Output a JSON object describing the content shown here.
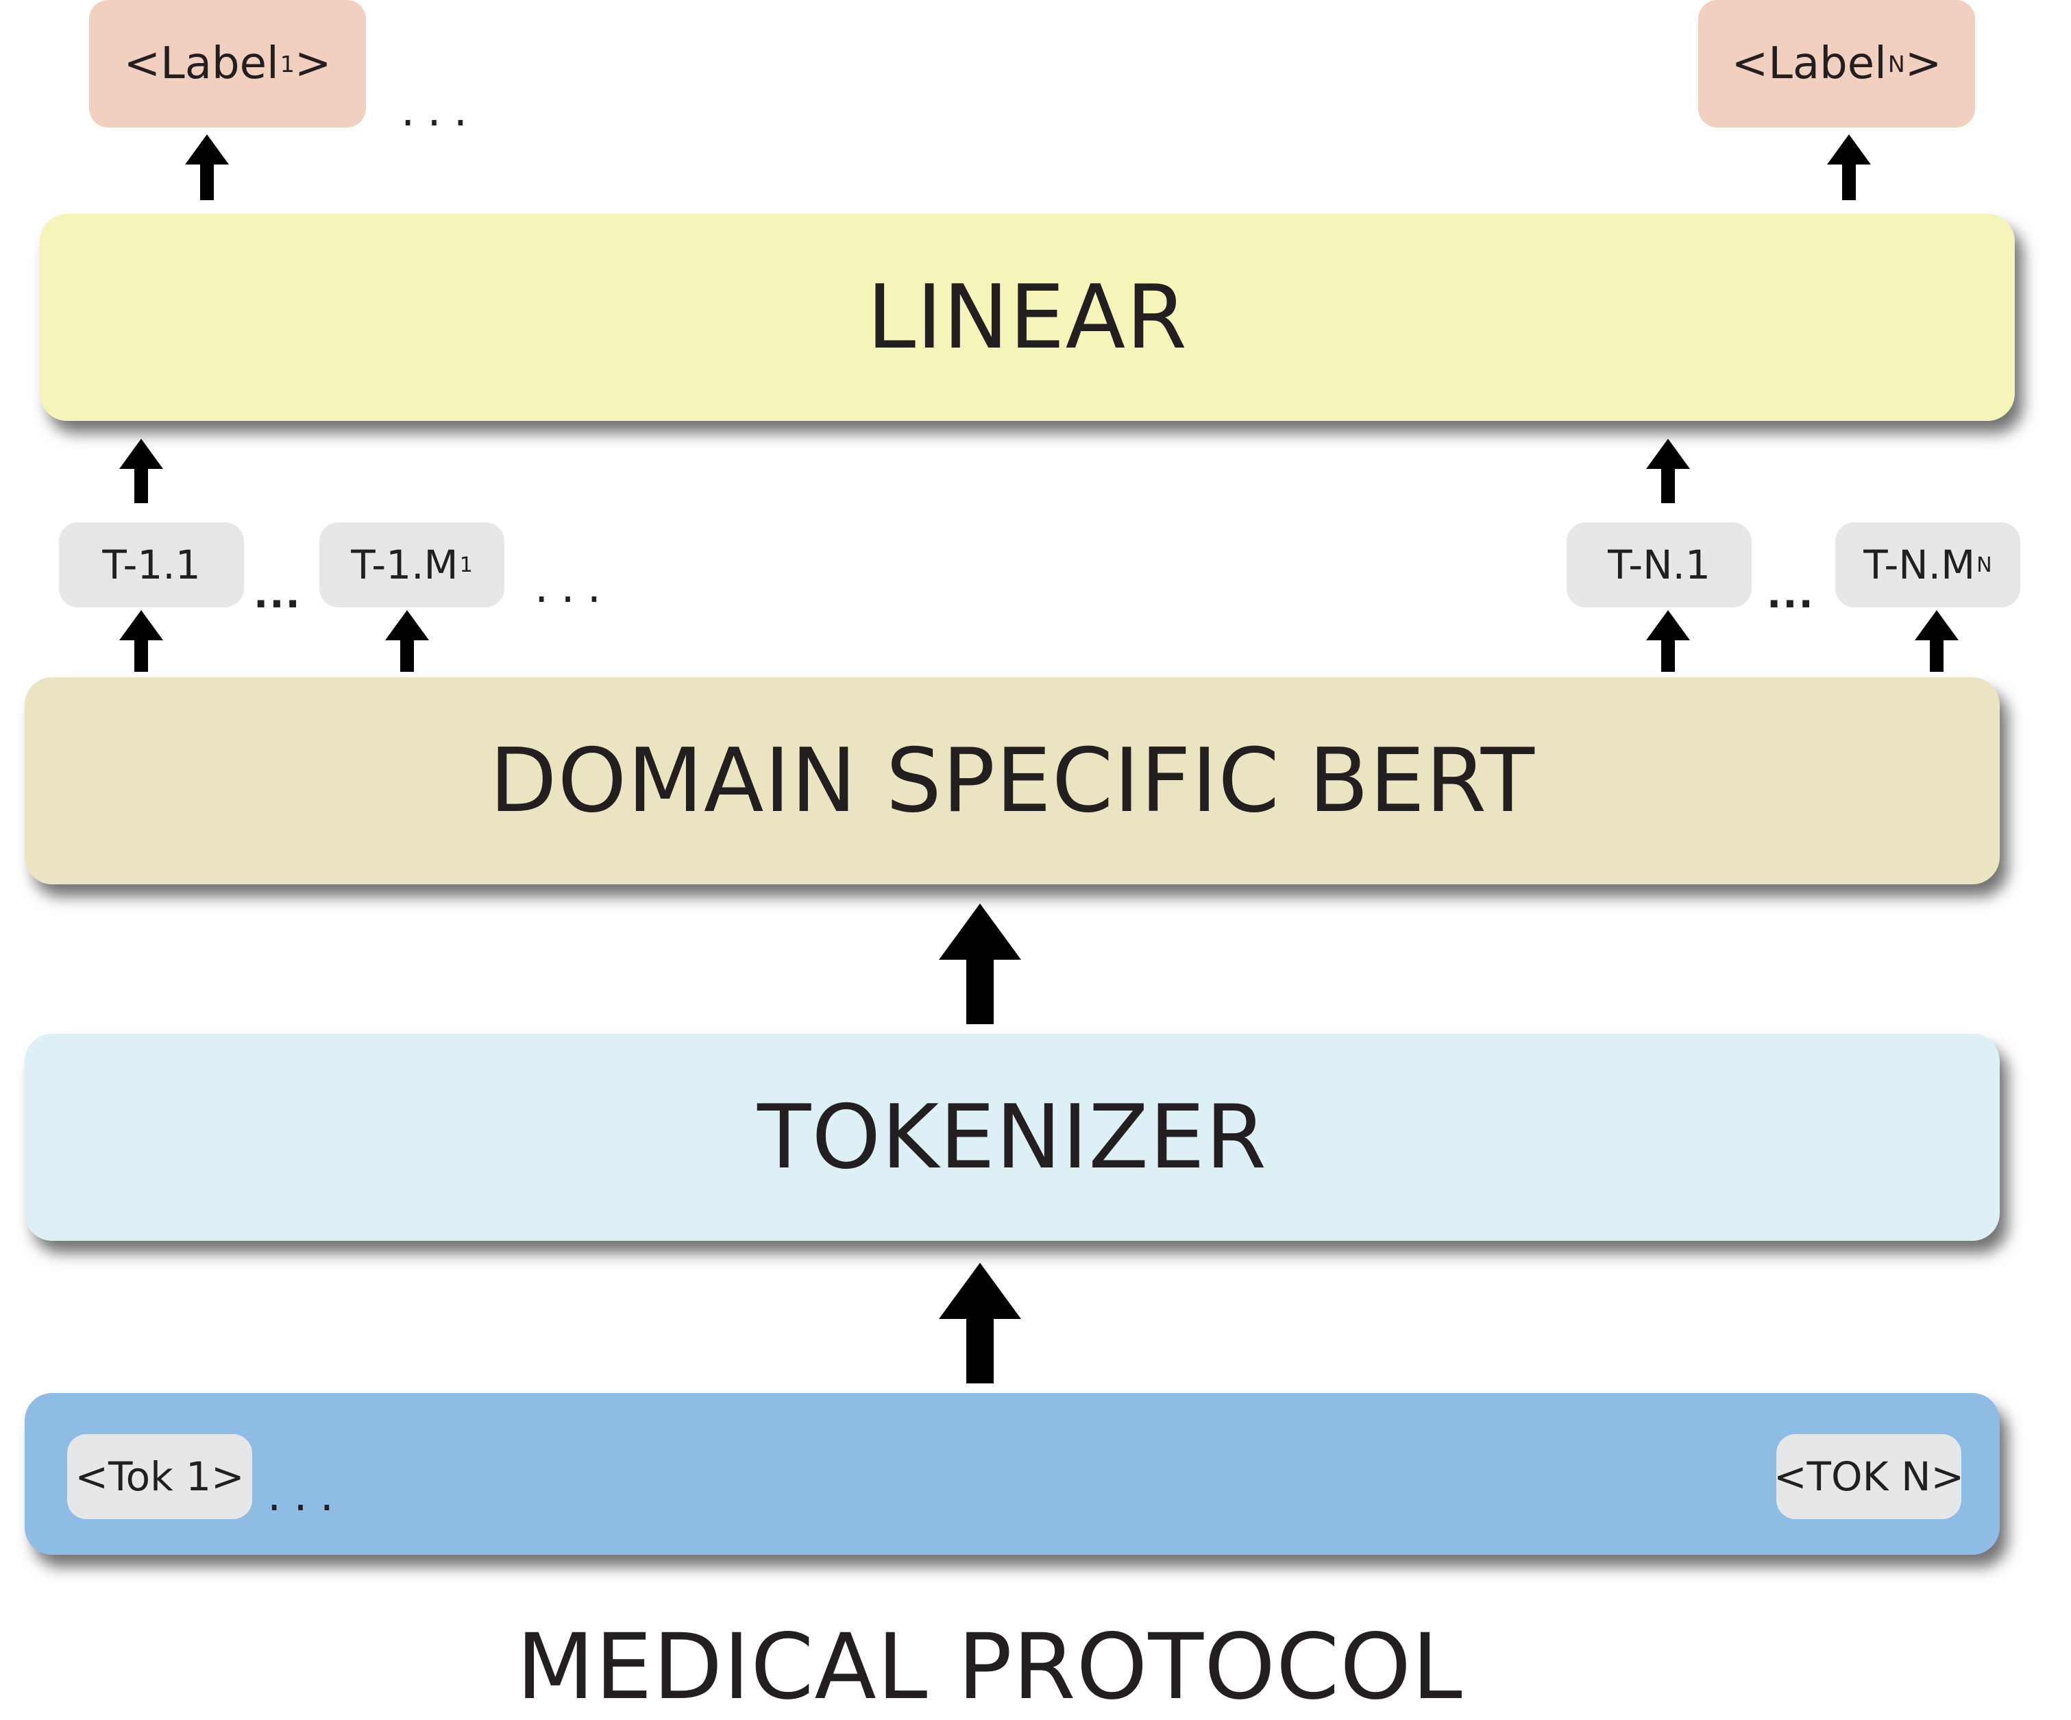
{
  "layers": {
    "linear": "LINEAR",
    "bert": "DOMAIN SPECIFIC BERT",
    "tokenizer": "TOKENIZER"
  },
  "caption": "MEDICAL PROTOCOL",
  "labels": {
    "first": {
      "text": "<Label",
      "sub": "1",
      "end": ">"
    },
    "last": {
      "text": "<Label",
      "sub": "N",
      "end": ">"
    }
  },
  "tokens": {
    "t11": {
      "text": "T-1.1"
    },
    "t1m": {
      "text": "T-1.M",
      "sub": "1"
    },
    "tn1": {
      "text": "T-N.1"
    },
    "tnm": {
      "text": "T-N.M",
      "sub": "N"
    }
  },
  "input_tokens": {
    "first": "<Tok 1>",
    "last": "<TOK N>"
  },
  "ellipsis": "...",
  "colors": {
    "linear": "#f5f4b9",
    "bert": "#eae4c0",
    "tokenizer": "#dcf0f5",
    "protocol": "#8fbce5",
    "label_pill": "#f1d0c0",
    "token_pill": "#e6e7e8",
    "arrow": "#000000"
  }
}
